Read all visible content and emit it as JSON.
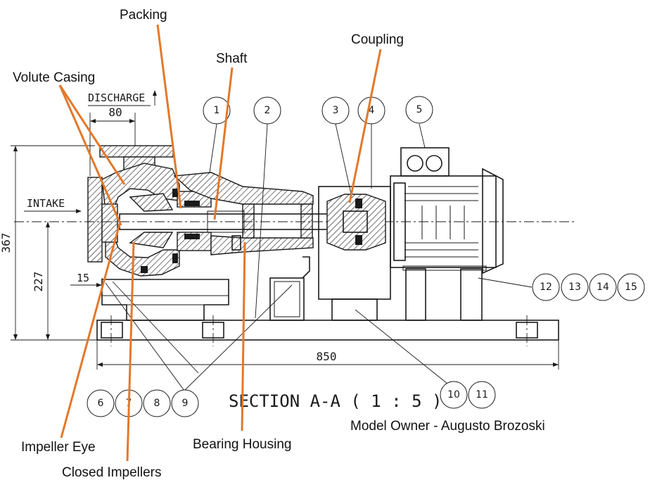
{
  "labels": {
    "packing": "Packing",
    "coupling": "Coupling",
    "shaft": "Shaft",
    "volute_casing": "Volute Casing",
    "impeller_eye": "Impeller Eye",
    "closed_impellers": "Closed Impellers",
    "bearing_housing": "Bearing Housing"
  },
  "drawing": {
    "discharge": "DISCHARGE",
    "intake": "INTAKE",
    "section_title": "SECTION A-A ( 1 : 5 )",
    "model_owner": "Model Owner - Augusto Brozoski"
  },
  "dimensions": {
    "discharge_width": "80",
    "total_height": "367",
    "intake_height": "227",
    "foot_offset": "15",
    "base_length": "850"
  },
  "bubbles": [
    "1",
    "2",
    "3",
    "4",
    "5",
    "6",
    "7",
    "8",
    "9",
    "10",
    "11",
    "12",
    "13",
    "14",
    "15"
  ],
  "colors": {
    "callout": "#e3782a",
    "drawing": "#1a1a1a",
    "background": "#ffffff"
  }
}
